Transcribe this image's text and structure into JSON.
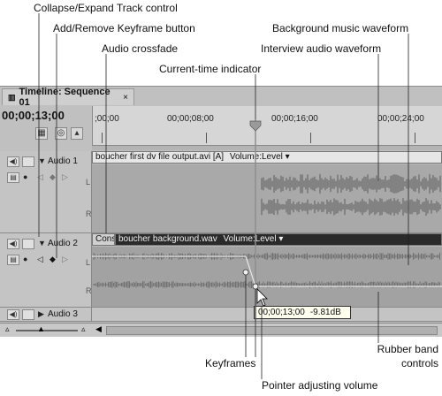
{
  "callouts": {
    "collapse": "Collapse/Expand Track control",
    "add_keyframe": "Add/Remove Keyframe button",
    "crossfade": "Audio crossfade",
    "cti": "Current-time indicator",
    "bg_wave": "Background music waveform",
    "interview_wave": "Interview audio waveform",
    "keyframes": "Keyframes",
    "pointer": "Pointer adjusting volume",
    "rubber_band_1": "Rubber band",
    "rubber_band_2": "controls"
  },
  "panel": {
    "tab_title": "Timeline: Sequence 01",
    "tab_close": "×",
    "timecode": "00;00;13;00"
  },
  "ruler": {
    "labels": [
      ";00;00",
      "00;00;08;00",
      "00;00;16;00",
      "00;00;24;00"
    ]
  },
  "tracks": {
    "audio1": {
      "name": "Audio 1",
      "clip_label": "boucher first dv file output.avi [A]",
      "property": "Volume:Level ▾",
      "ch_left": "L",
      "ch_right": "R"
    },
    "audio2": {
      "name": "Audio 2",
      "clip_prefix": "Const",
      "clip_label": "boucher background.wav",
      "property": "Volume:Level ▾",
      "ch_left": "L",
      "ch_right": "R"
    },
    "audio3": {
      "name": "Audio 3"
    }
  },
  "tooltip": {
    "time": "00;00;13;00",
    "value": "-9.81dB"
  },
  "colors": {
    "panel_bg": "#c0c0c0",
    "waveform": "#5a5a5a",
    "cti": "#a0a0a0",
    "rubber_band": "#d8d8d8"
  }
}
